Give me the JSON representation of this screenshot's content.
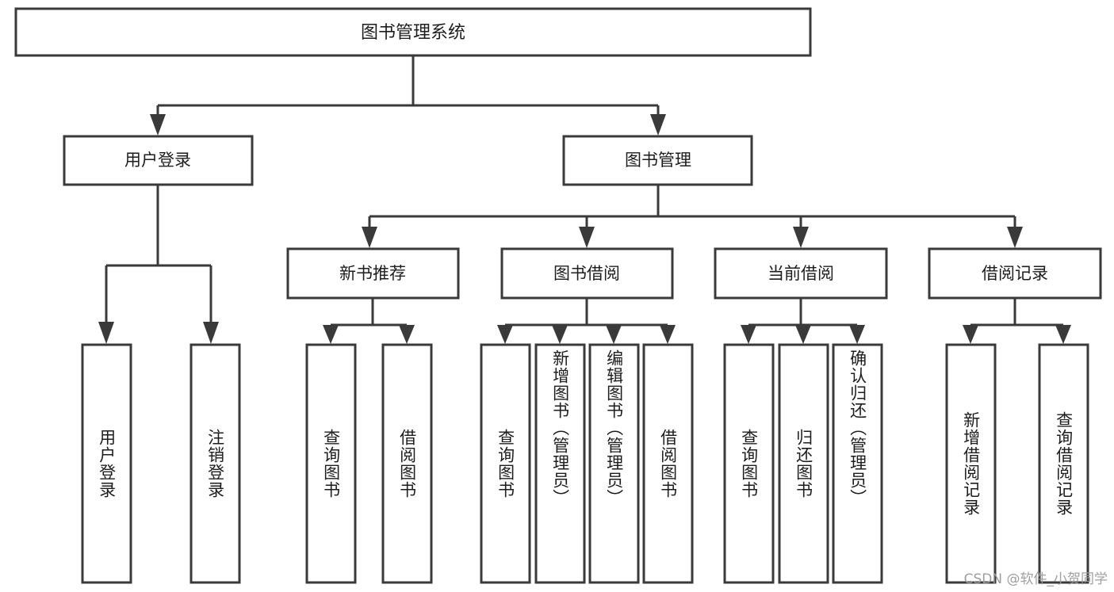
{
  "diagram": {
    "type": "tree",
    "title": "图书管理系统",
    "orientation": "top-down",
    "colors": {
      "box_stroke": "#3a3a3a",
      "box_fill": "#ffffff",
      "line": "#3a3a3a",
      "text": "#1d1d1d",
      "background": "#ffffff",
      "watermark": "#9a9a9a"
    },
    "root": {
      "label": "图书管理系统"
    },
    "level1": [
      {
        "label": "用户登录"
      },
      {
        "label": "图书管理"
      }
    ],
    "level2": [
      {
        "label": "新书推荐"
      },
      {
        "label": "图书借阅"
      },
      {
        "label": "当前借阅"
      },
      {
        "label": "借阅记录"
      }
    ],
    "leaves": {
      "user_login": [
        {
          "label": "用户登录"
        },
        {
          "label": "注销登录"
        }
      ],
      "new_book_recommend": [
        {
          "label": "查询图书"
        },
        {
          "label": "借阅图书"
        }
      ],
      "book_borrow": [
        {
          "label": "查询图书"
        },
        {
          "label": "新增图书（管理员）"
        },
        {
          "label": "编辑图书（管理员）"
        },
        {
          "label": "借阅图书"
        }
      ],
      "current_borrow": [
        {
          "label": "查询图书"
        },
        {
          "label": "归还图书"
        },
        {
          "label": "确认归还（管理员）"
        }
      ],
      "borrow_record": [
        {
          "label": "新增借阅记录"
        },
        {
          "label": "查询借阅记录"
        }
      ]
    }
  },
  "watermark": {
    "text": "CSDN @软件_小贺同学"
  }
}
